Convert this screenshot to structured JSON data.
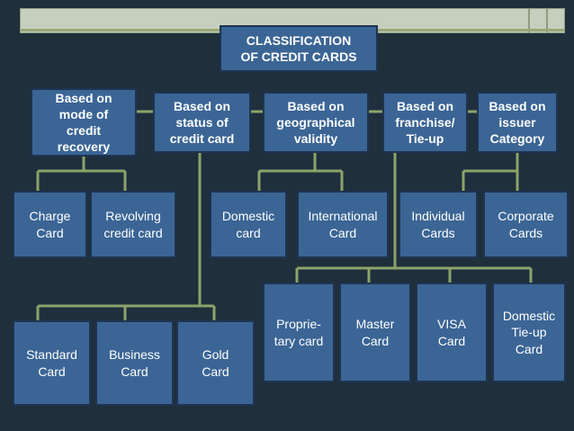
{
  "root": "CLASSIFICATION\nOF CREDIT CARDS",
  "categories": [
    "Based on\nmode of\ncredit\nrecovery",
    "Based on\nstatus of\ncredit card",
    "Based on\ngeographical\nvalidity",
    "Based on\nfranchise/\nTie-up",
    "Based on\nissuer\nCategory"
  ],
  "mode_of_recovery": [
    "Charge\nCard",
    "Revolving\ncredit card"
  ],
  "geographical": [
    "Domestic\ncard",
    "International\nCard"
  ],
  "issuer": [
    "Individual\nCards",
    "Corporate\nCards"
  ],
  "franchise": [
    "Proprie-\ntary card",
    "Master\nCard",
    "VISA\nCard",
    "Domestic\nTie-up\nCard"
  ],
  "status": [
    "Standard\nCard",
    "Business\nCard",
    "Gold\nCard"
  ],
  "colors": {
    "background": "#1f2f3c",
    "box_fill": "#3b6595",
    "box_border": "#1e3451",
    "connector": "#8da36a"
  }
}
